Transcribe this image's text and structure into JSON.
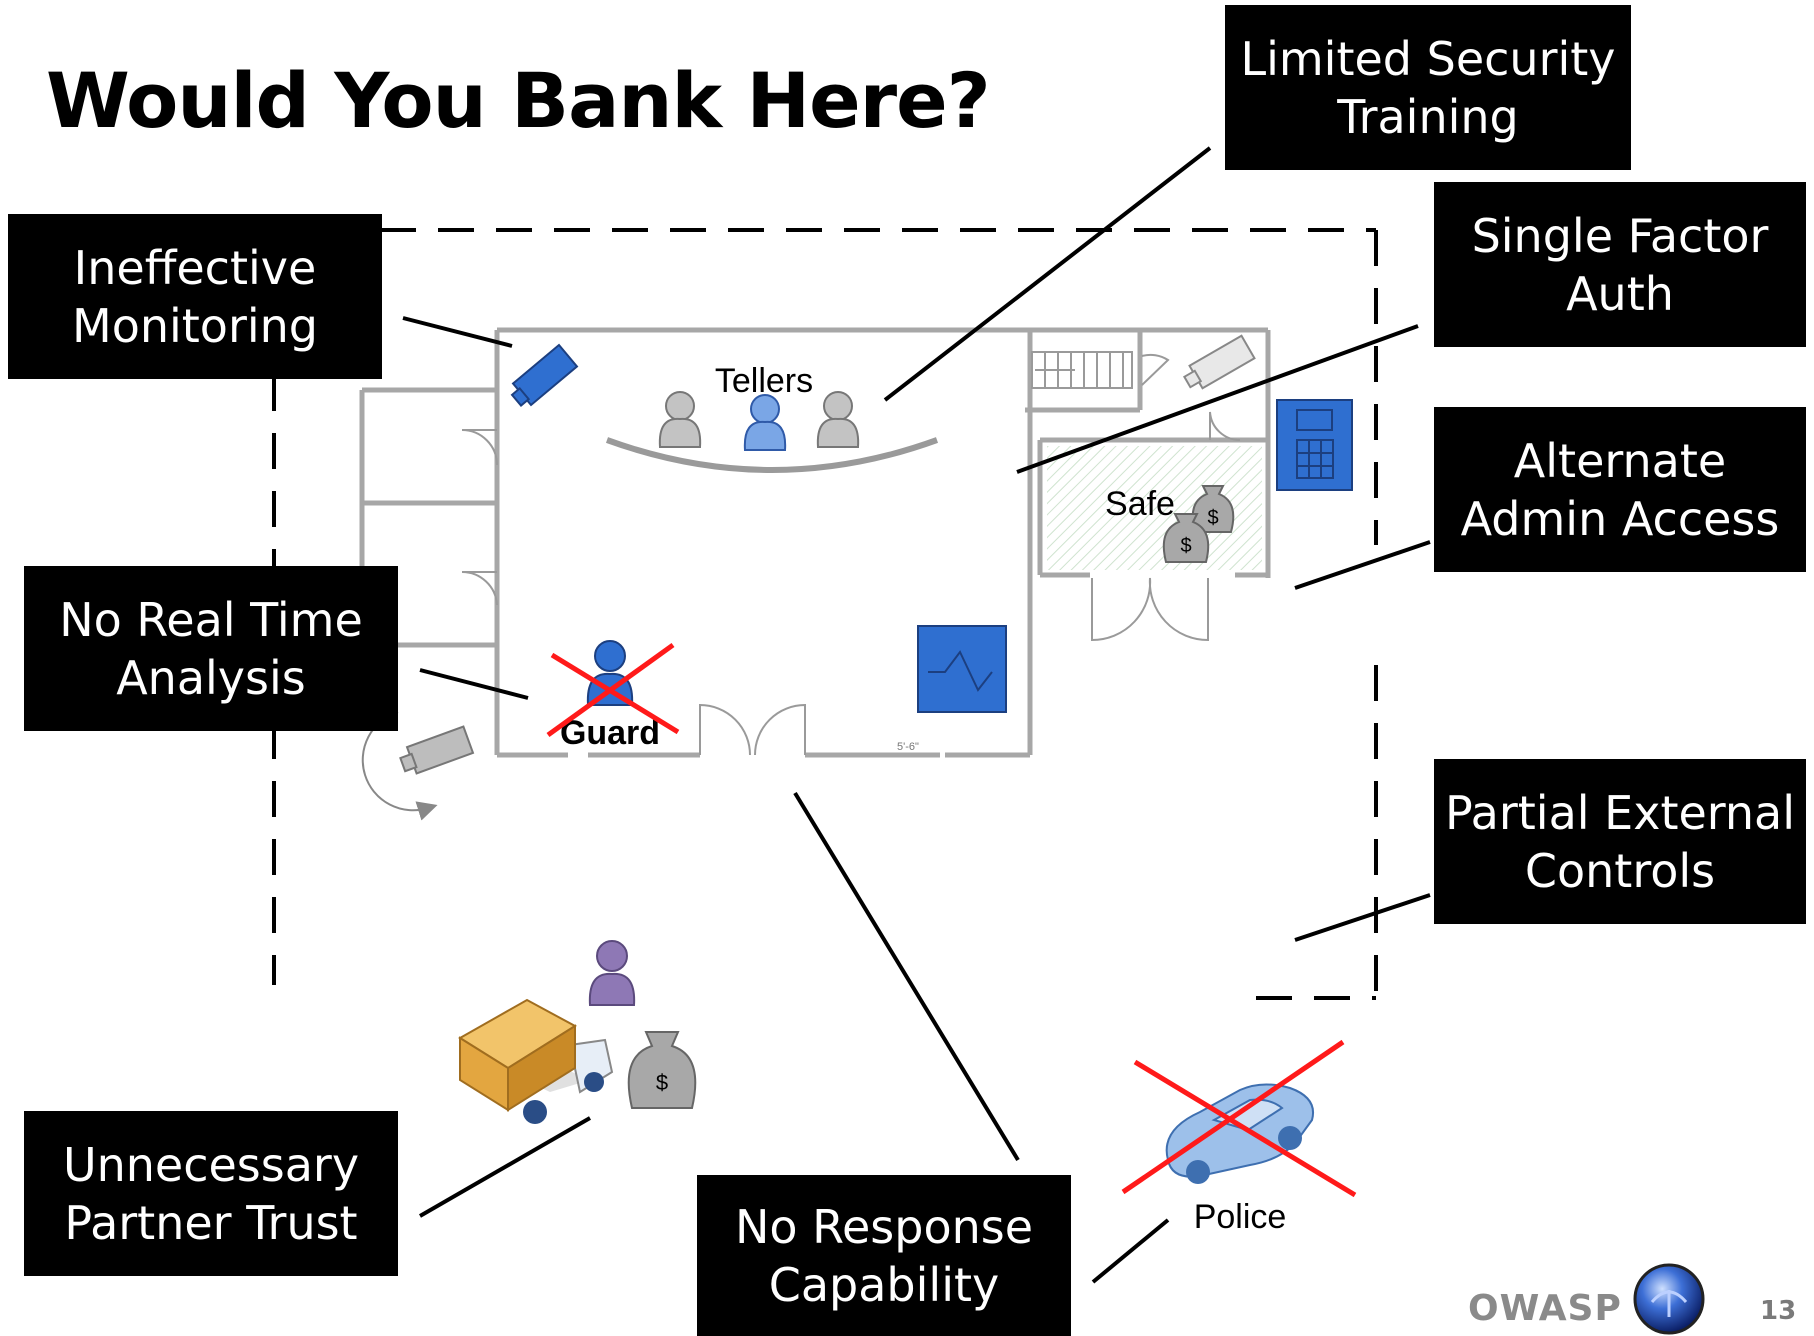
{
  "slide": {
    "title": "Would You Bank Here?",
    "page_number": "13",
    "brand": "OWASP"
  },
  "callouts": [
    {
      "id": "limited-security-training",
      "text": "Limited Security\nTraining"
    },
    {
      "id": "ineffective-monitoring",
      "text": "Ineffective\nMonitoring"
    },
    {
      "id": "single-factor-auth",
      "text": "Single Factor\nAuth"
    },
    {
      "id": "alternate-admin-access",
      "text": "Alternate\nAdmin Access"
    },
    {
      "id": "no-real-time-analysis",
      "text": "No Real Time\nAnalysis"
    },
    {
      "id": "partial-external-controls",
      "text": "Partial External\nControls"
    },
    {
      "id": "unnecessary-partner-trust",
      "text": "Unnecessary\nPartner Trust"
    },
    {
      "id": "no-response-capability",
      "text": "No Response\nCapability"
    }
  ],
  "floorplan": {
    "tellers_label": "Tellers",
    "safe_label": "Safe",
    "guard_label": "Guard",
    "police_label": "Police",
    "dimension_label": "5'-6\"",
    "money_symbol": "$"
  },
  "colors": {
    "callout_bg": "#000000",
    "callout_text": "#ffffff",
    "icon_blue": "#2f6fd0",
    "cross_red": "#ff1a1a",
    "person_gray": "#9b9b9b",
    "person_purple": "#8e78b5",
    "box_orange": "#e0a43c"
  }
}
